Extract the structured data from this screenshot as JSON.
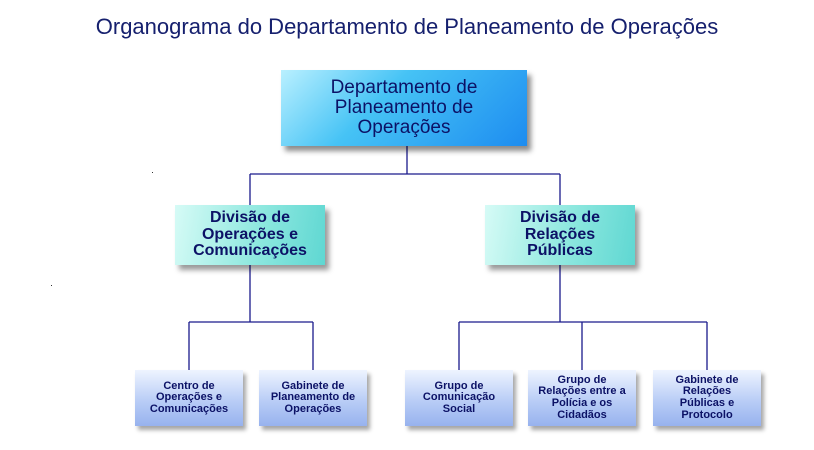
{
  "title": "Organograma do Departamento de Planeamento de Operações",
  "org": {
    "root": "Departamento de\nPlaneamento de\nOperações",
    "divisions": [
      {
        "label": "Divisão de\nOperações e\nComunicações",
        "units": [
          "Centro de\nOperações e\nComunicações",
          "Gabinete de\nPlaneamento de\nOperações"
        ]
      },
      {
        "label": "Divisão de\nRelações\nPúblicas",
        "units": [
          "Grupo de\nComunicação\nSocial",
          "Grupo de\nRelações entre a\nPolícia e os\nCidadãos",
          "Gabinete de\nRelações\nPúblicas e\nProtocolo"
        ]
      }
    ]
  },
  "colors": {
    "line": "#1a1a8c",
    "text": "#0c1266"
  }
}
